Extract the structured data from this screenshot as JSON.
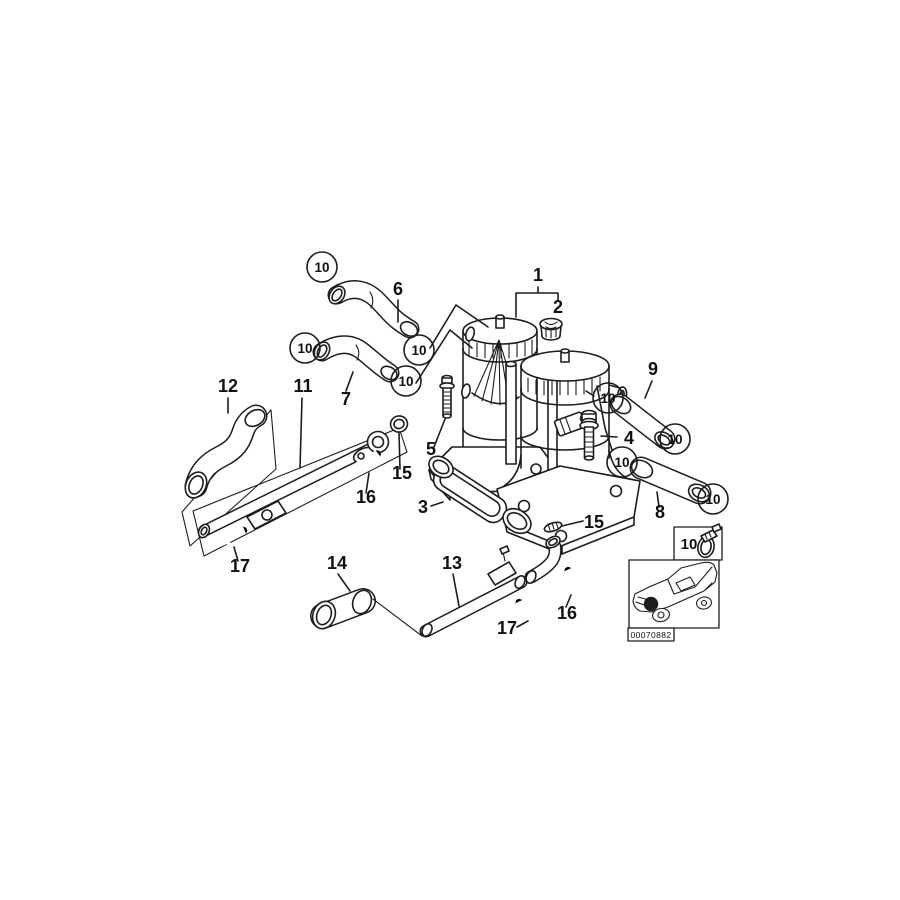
{
  "diagram": {
    "background": "#ffffff",
    "line_color": "#1d1d1d",
    "image_code": "00070882",
    "circled_callout_label": "10",
    "clamp_badge_label": "10",
    "callouts": {
      "n1": "1",
      "n2": "2",
      "n3": "3",
      "n4": "4",
      "n5": "5",
      "n6": "6",
      "n7": "7",
      "n8": "8",
      "n9": "9",
      "n11": "11",
      "n12": "12",
      "n13": "13",
      "n14": "14",
      "n15": "15",
      "n16": "16",
      "n17": "17"
    }
  }
}
